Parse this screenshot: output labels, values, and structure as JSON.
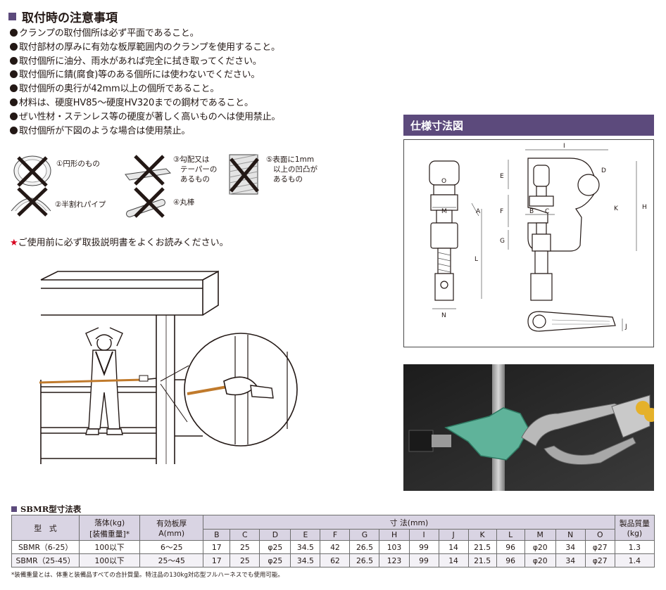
{
  "notes": {
    "title": "取付時の注意事項",
    "items": [
      "クランプの取付個所は必ず平面であること。",
      "取付部材の厚みに有効な板厚範囲内のクランプを使用すること。",
      "取付個所に油分、雨水があれば完全に拭き取ってください。",
      "取付個所に錆(腐食)等のある個所には使わないでください。",
      "取付個所の奥行が42mm以上の個所であること。",
      "材料は、硬度HV85～硬度HV320までの鋼材であること。",
      "ぜい性材・ステンレス等の硬度が著しく高いものへは使用禁止。",
      "取付個所が下図のような場合は使用禁止。"
    ]
  },
  "prohibited": {
    "round": "①円形のもの",
    "half_pipe": "②半割れパイプ",
    "taper_1": "③勾配又は",
    "taper_2": "テーパーの",
    "taper_3": "あるもの",
    "bar": "④丸棒",
    "surface_1": "⑤表面に1mm",
    "surface_2": "以上の凹凸が",
    "surface_3": "あるもの"
  },
  "warning": {
    "star": "★",
    "text": "ご使用前に必ず取扱説明書をよくお読みください。"
  },
  "spec_drawing": {
    "title": "仕様寸法図",
    "labels": {
      "I": "I",
      "E": "E",
      "O": "O",
      "D": "D",
      "M": "M",
      "A": "A",
      "F": "F",
      "B": "B",
      "C": "C",
      "H": "H",
      "K": "K",
      "G": "G",
      "L": "L",
      "N": "N",
      "J": "J"
    }
  },
  "table": {
    "title": "SBMR型寸法表",
    "col_model": "型　式",
    "col_load_1": "落体(kg)",
    "col_load_2": "[装備重量]*",
    "col_thick_1": "有効板厚",
    "col_thick_2": "A(mm)",
    "col_dims": "寸 法(mm)",
    "col_weight_1": "製品質量",
    "col_weight_2": "(kg)",
    "dim_headers": [
      "B",
      "C",
      "D",
      "E",
      "F",
      "G",
      "H",
      "I",
      "J",
      "K",
      "L",
      "M",
      "N",
      "O"
    ],
    "rows": [
      {
        "model": "SBMR（6-25）",
        "load": "100以下",
        "thick": "6～25",
        "dims": [
          "17",
          "25",
          "φ25",
          "34.5",
          "42",
          "26.5",
          "103",
          "99",
          "14",
          "21.5",
          "96",
          "φ20",
          "34",
          "φ27"
        ],
        "weight": "1.3"
      },
      {
        "model": "SBMR（25-45）",
        "load": "100以下",
        "thick": "25～45",
        "dims": [
          "17",
          "25",
          "φ25",
          "34.5",
          "62",
          "26.5",
          "123",
          "99",
          "14",
          "21.5",
          "96",
          "φ20",
          "34",
          "φ27"
        ],
        "weight": "1.4"
      }
    ],
    "footnote": "*装備重量とは、体重と装備品すべての合計質量。特注品の130kg対応型フルハーネスでも使用可能。"
  }
}
